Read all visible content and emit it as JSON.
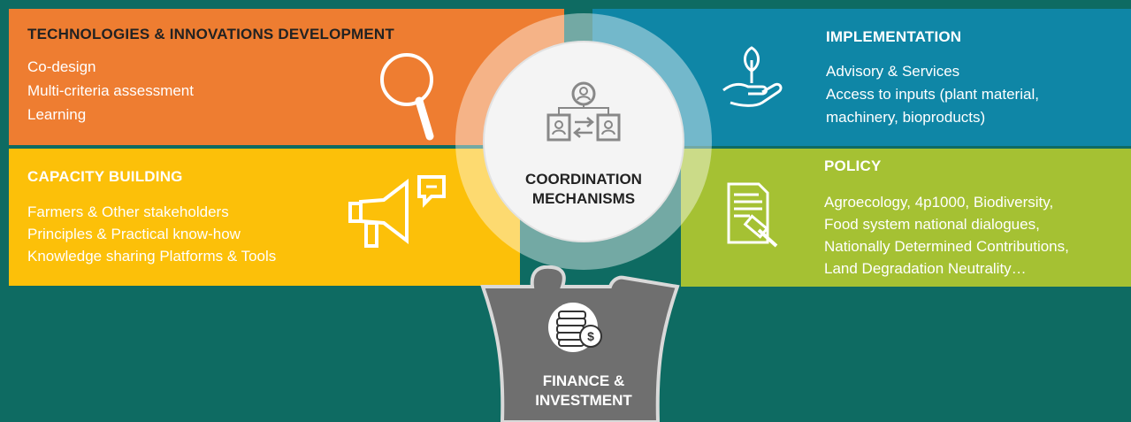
{
  "technologies": {
    "title": "TECHNOLOGIES & INNOVATIONS DEVELOPMENT",
    "items": [
      "Co-design",
      "Multi-criteria assessment",
      "Learning"
    ],
    "icon": "magnifier-icon",
    "color": "#ee7d31"
  },
  "implementation": {
    "title": "IMPLEMENTATION",
    "items": [
      "Advisory & Services",
      "Access to inputs (plant material,",
      "machinery, bioproducts)"
    ],
    "icon": "hand-with-plant-icon",
    "color": "#0f86a6"
  },
  "capacity": {
    "title": "CAPACITY BUILDING",
    "items": [
      "Farmers & Other stakeholders",
      "Principles & Practical know-how",
      "Knowledge sharing Platforms & Tools"
    ],
    "icon": "megaphone-icon",
    "color": "#fcc009"
  },
  "policy": {
    "title": "POLICY",
    "items": [
      "Agroecology, 4p1000, Biodiversity,",
      "Food system national dialogues,",
      "Nationally Determined Contributions,",
      "Land Degradation Neutrality…"
    ],
    "icon": "document-gavel-icon",
    "color": "#a5c133"
  },
  "center": {
    "line1": "COORDINATION",
    "line2": "MECHANISMS",
    "icon": "people-exchange-icon"
  },
  "finance": {
    "line1": "FINANCE &",
    "line2": "INVESTMENT",
    "icon": "coins-icon",
    "color": "#6f6f6f"
  },
  "background_color": "#0e6b62"
}
